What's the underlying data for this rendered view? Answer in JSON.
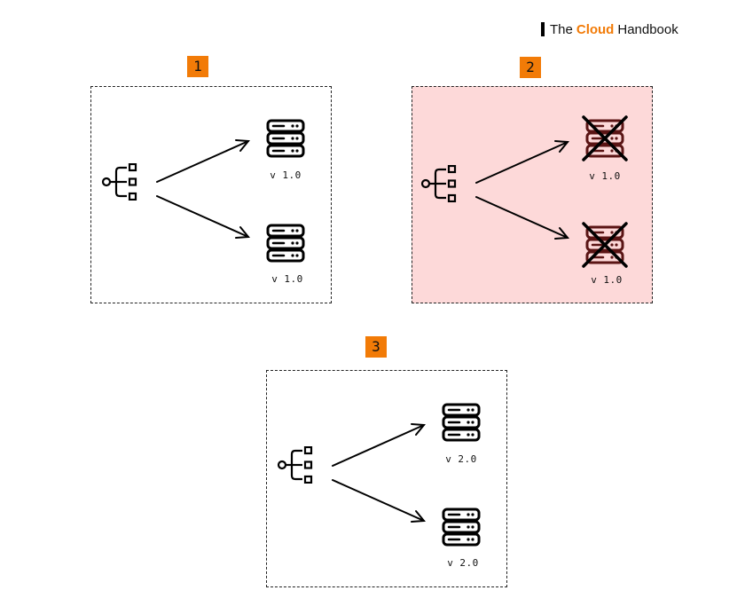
{
  "brand": {
    "prefix": "The",
    "accent": "Cloud",
    "suffix": "Handbook",
    "accent_color": "#f27b07"
  },
  "panels": [
    {
      "step": "1",
      "state": "running",
      "servers": [
        {
          "version": "v 1.0",
          "failed": false
        },
        {
          "version": "v 1.0",
          "failed": false
        }
      ]
    },
    {
      "step": "2",
      "state": "failed",
      "background": "#fdd9d9",
      "servers": [
        {
          "version": "v 1.0",
          "failed": true
        },
        {
          "version": "v 1.0",
          "failed": true
        }
      ]
    },
    {
      "step": "3",
      "state": "running",
      "servers": [
        {
          "version": "v 2.0",
          "failed": false
        },
        {
          "version": "v 2.0",
          "failed": false
        }
      ]
    }
  ],
  "icons": {
    "load_balancer": "load-balancer-icon",
    "server": "server-icon",
    "failed_mark": "cross-icon"
  }
}
